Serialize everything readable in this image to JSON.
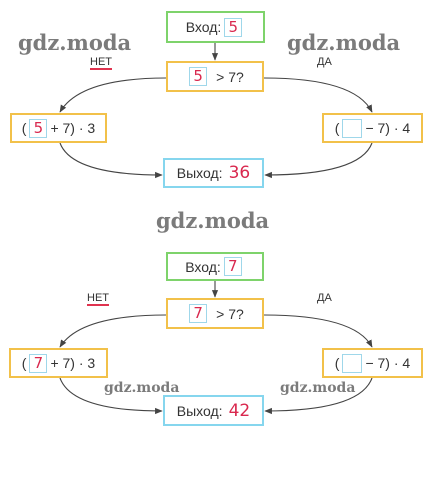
{
  "watermark": "gdz.moda",
  "colors": {
    "input_border": "#7ed36b",
    "condition_border": "#f2c14a",
    "output_border": "#86d6ee",
    "digit_color": "#d9284e",
    "arrow": "#444444"
  },
  "flow1": {
    "input_label": "Вход:",
    "input_value": "5",
    "condition_value": "5",
    "condition_text": "> 7?",
    "no_label": "НЕТ",
    "yes_label": "ДА",
    "left_open": "(",
    "left_value": "5",
    "left_tail": "+ 7) · 3",
    "right_open": "(",
    "right_value": "",
    "right_tail": "− 7) · 4",
    "output_label": "Выход:",
    "output_value": "36"
  },
  "flow2": {
    "input_label": "Вход:",
    "input_value": "7",
    "condition_value": "7",
    "condition_text": "> 7?",
    "no_label": "НЕТ",
    "yes_label": "ДА",
    "left_open": "(",
    "left_value": "7",
    "left_tail": "+ 7) · 3",
    "right_open": "(",
    "right_value": "",
    "right_tail": "− 7) · 4",
    "output_label": "Выход:",
    "output_value": "42"
  }
}
